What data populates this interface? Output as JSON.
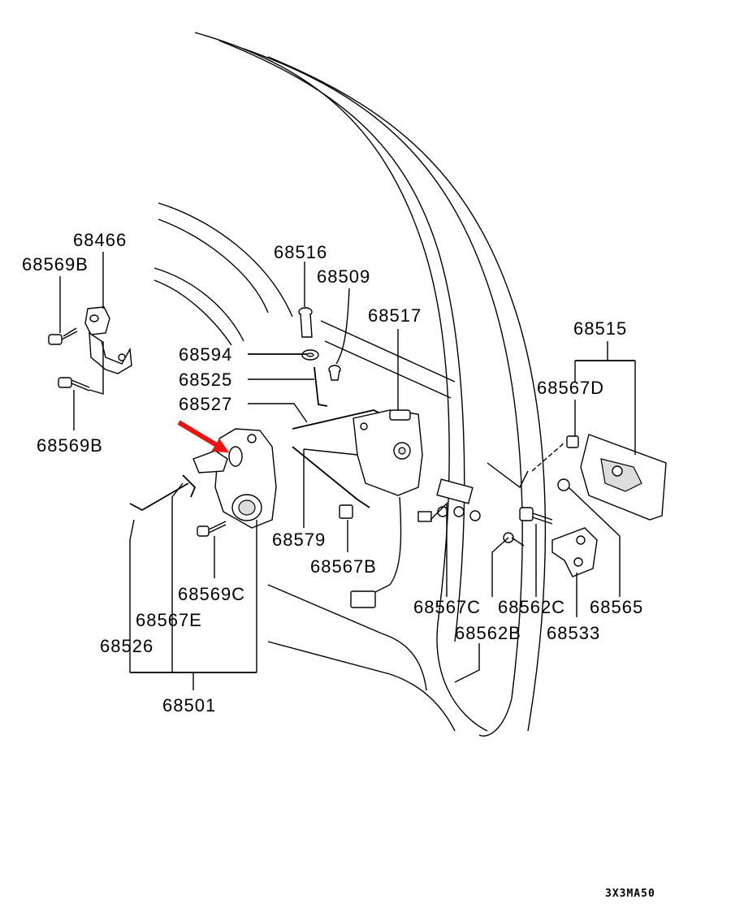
{
  "diagram": {
    "code": "3X3MA50",
    "highlight_color": "#ee1111",
    "labels": {
      "p68466": "68466",
      "p68569B_top": "68569B",
      "p68569B_bottom": "68569B",
      "p68516": "68516",
      "p68509": "68509",
      "p68517": "68517",
      "p68594": "68594",
      "p68525": "68525",
      "p68527": "68527",
      "p68515": "68515",
      "p68567D": "68567D",
      "p68579": "68579",
      "p68567B": "68567B",
      "p68569C": "68569C",
      "p68567E": "68567E",
      "p68526": "68526",
      "p68501": "68501",
      "p68567C": "68567C",
      "p68562C": "68562C",
      "p68565": "68565",
      "p68562B": "68562B",
      "p68533": "68533"
    }
  }
}
